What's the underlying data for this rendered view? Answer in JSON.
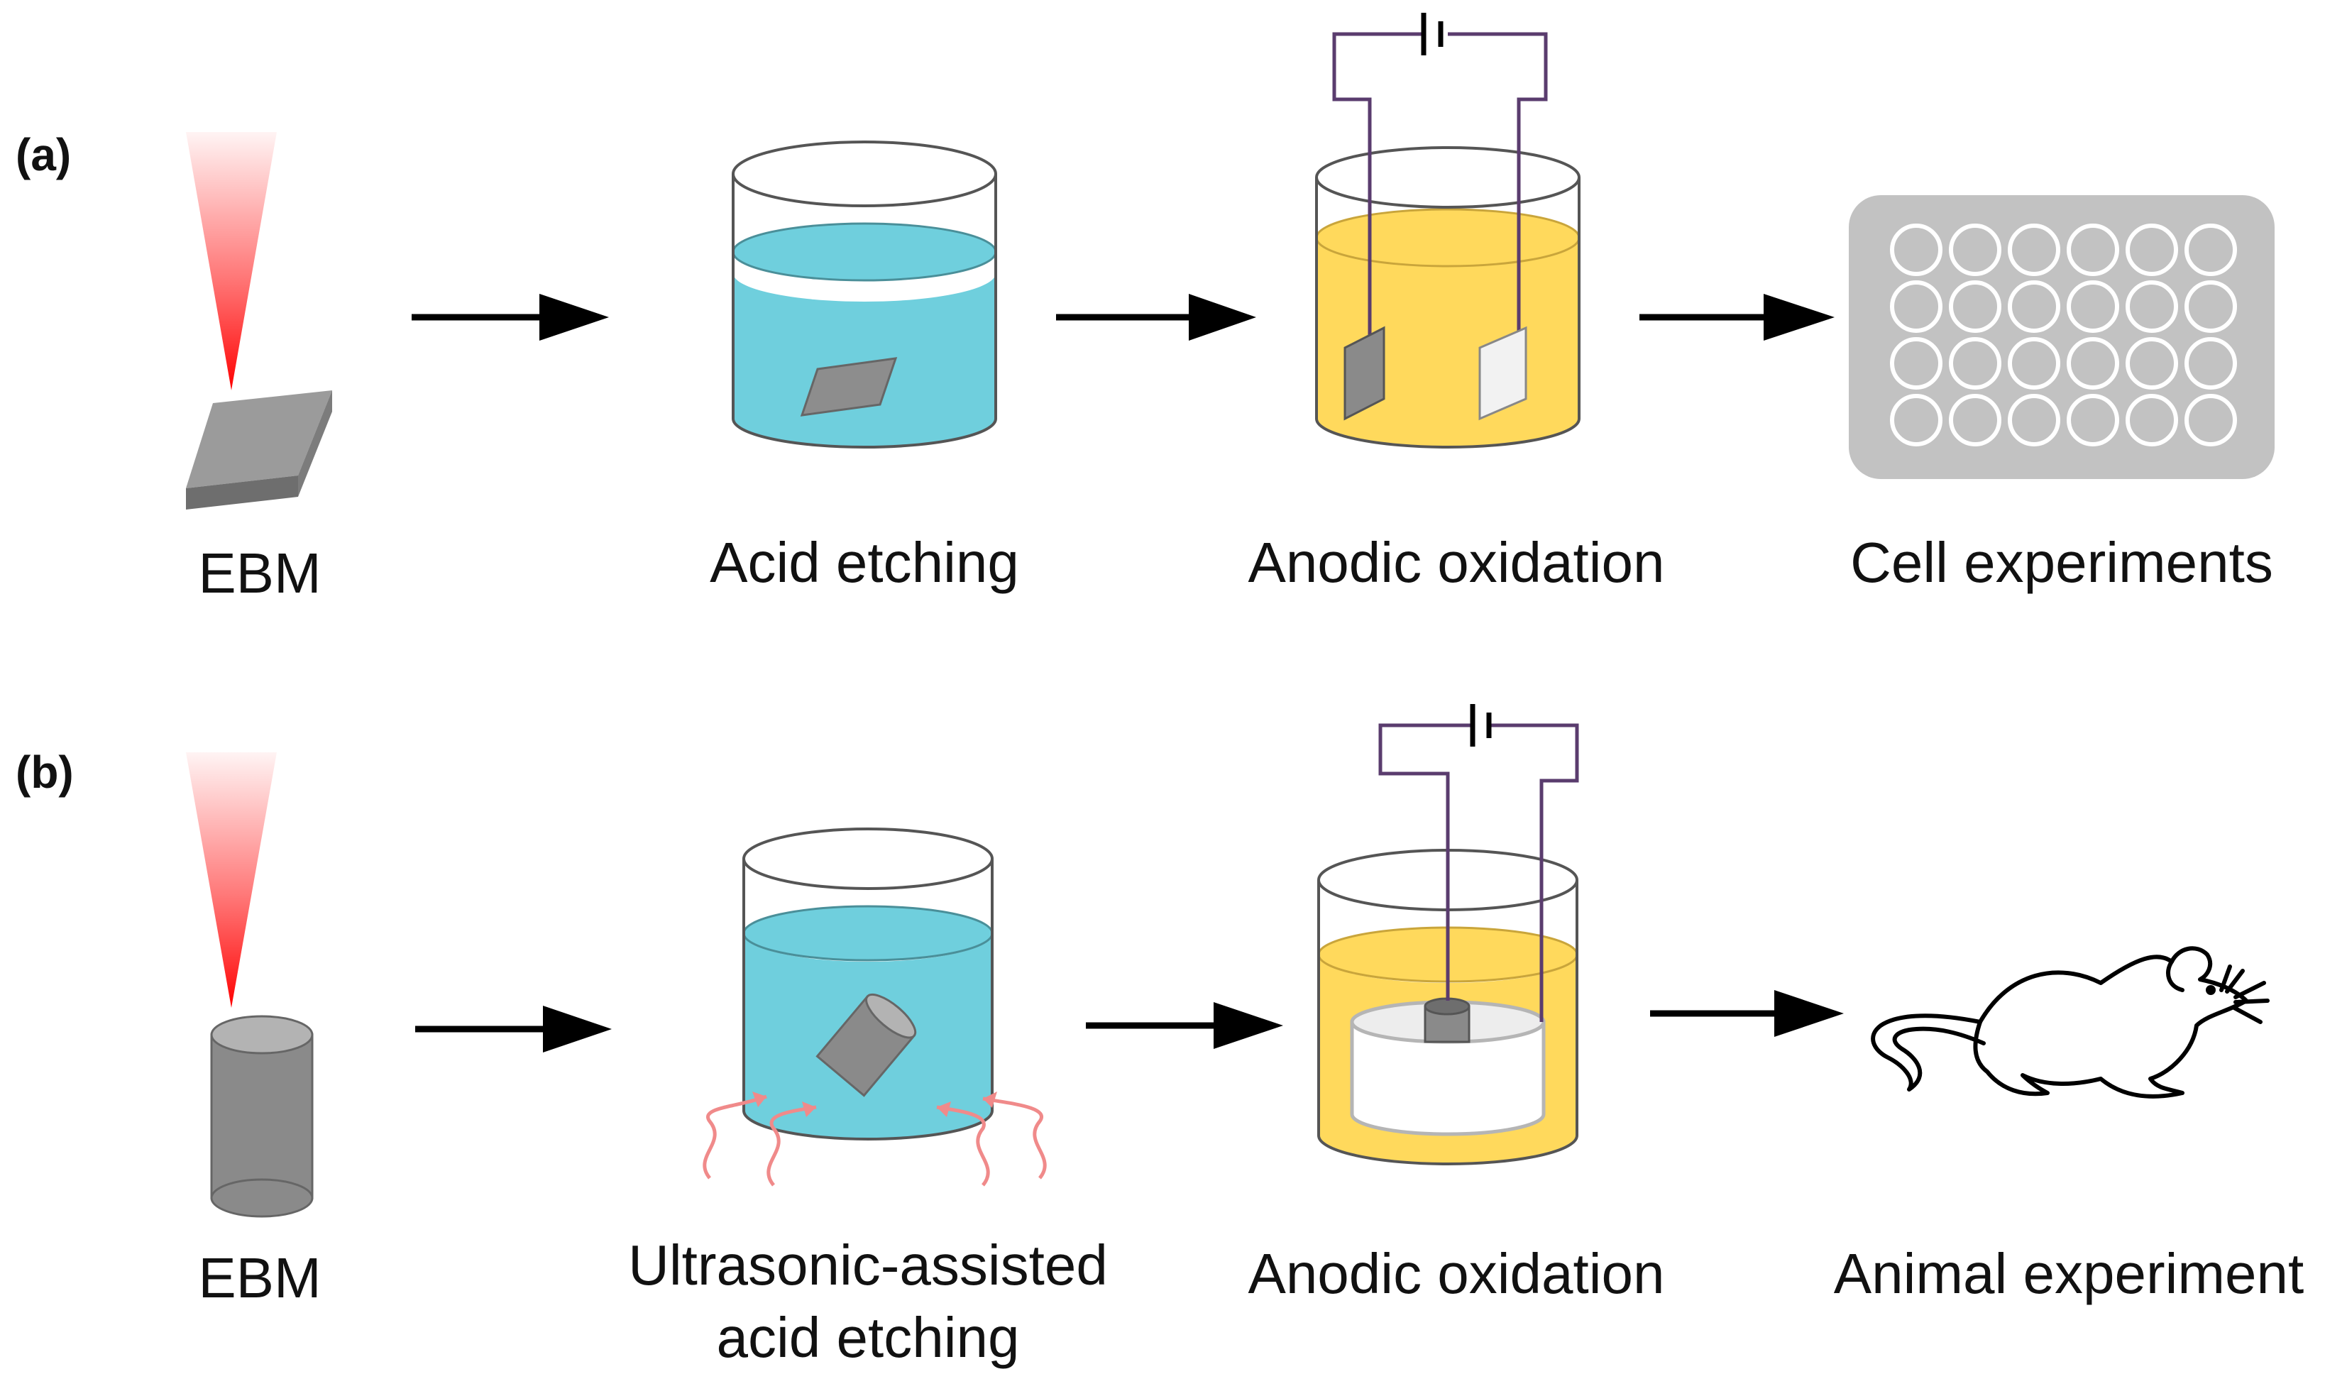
{
  "panels": {
    "a": {
      "label": "(a)",
      "steps": [
        "EBM",
        "Acid etching",
        "Anodic oxidation",
        "Cell experiments"
      ]
    },
    "b": {
      "label": "(b)",
      "steps": [
        "EBM",
        "Ultrasonic-assisted",
        "acid etching",
        "Anodic oxidation",
        "Animal experiment"
      ]
    }
  },
  "colors": {
    "beam": "#ff2222",
    "acid": "#6fcfdd",
    "electrolyte": "#ffd95c",
    "sample": "#8a8a8a",
    "well_plate": "#c2c2c2",
    "wire": "#5a3c6e",
    "heat": "#f08a8a",
    "arrow": "#000000"
  }
}
